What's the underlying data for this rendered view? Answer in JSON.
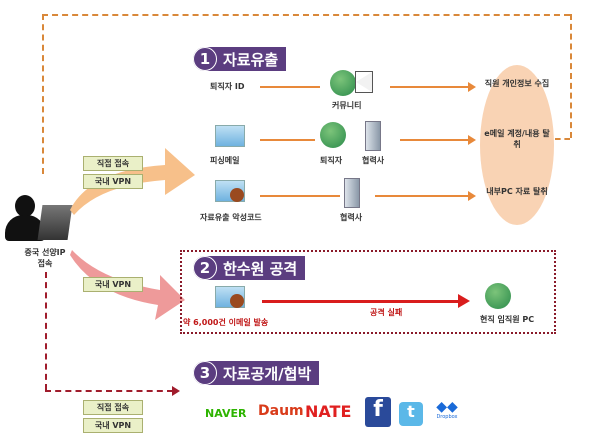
{
  "attacker": {
    "label_line1": "중국 선양IP",
    "label_line2": "접속"
  },
  "tags": {
    "direct": "직접 접속",
    "vpn": "국내 VPN"
  },
  "section1": {
    "num": "1",
    "title": "자료유출",
    "rows": [
      {
        "source": "퇴직자 ID",
        "via": [
          "커뮤니티"
        ]
      },
      {
        "source": "피싱메일",
        "via": [
          "퇴직자",
          "협력사"
        ]
      },
      {
        "source": "자료유출 악성코드",
        "via": [
          "협력사"
        ]
      }
    ],
    "results": [
      "직원 개인정보 수집",
      "e메일 계정/내용 탈취",
      "내부PC 자료 탈취"
    ]
  },
  "section2": {
    "num": "2",
    "title": "한수원 공격",
    "source": "약 6,000건 이메일 발송",
    "arrow_label": "공격 실패",
    "target": "현직 임직원 PC"
  },
  "section3": {
    "num": "3",
    "title": "자료공개/협박",
    "logos": [
      "NAVER",
      "Daum",
      "NATE",
      "f",
      "t",
      "Dropbox"
    ]
  },
  "colors": {
    "purple": "#5b3d80",
    "orange": "#e8893a",
    "red": "#d91d1d"
  }
}
